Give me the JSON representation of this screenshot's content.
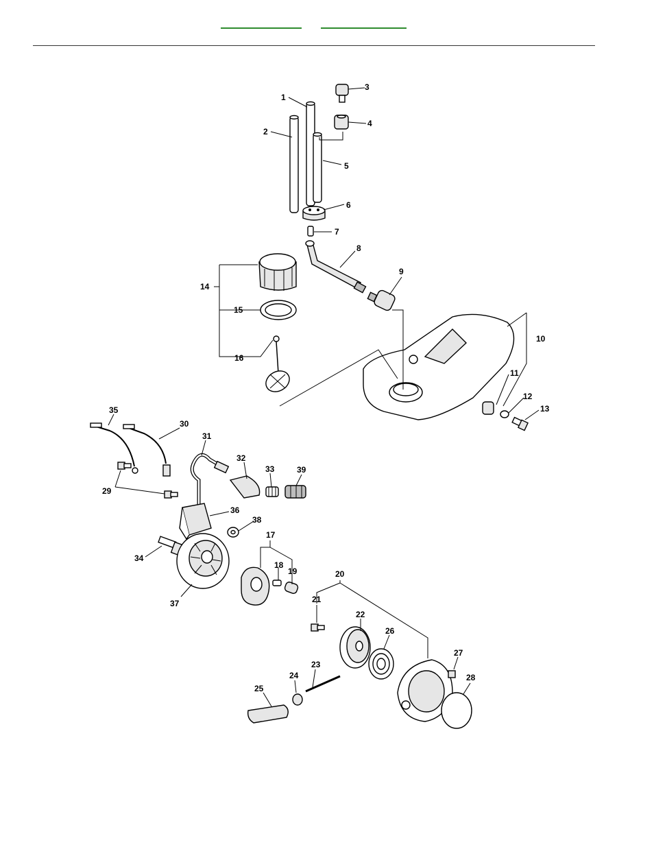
{
  "header": {
    "nav_links": [
      {
        "name": "nav-link-left"
      },
      {
        "name": "nav-link-right"
      }
    ]
  },
  "diagram": {
    "labels": [
      "1",
      "2",
      "3",
      "4",
      "5",
      "6",
      "7",
      "8",
      "9",
      "10",
      "11",
      "12",
      "13",
      "14",
      "15",
      "16",
      "17",
      "18",
      "19",
      "20",
      "21",
      "22",
      "23",
      "24",
      "25",
      "26",
      "27",
      "28",
      "29",
      "30",
      "31",
      "32",
      "33",
      "34",
      "35",
      "36",
      "37",
      "38",
      "39"
    ],
    "stroke_color": "#000000",
    "link_color": "#2e8b2e"
  }
}
